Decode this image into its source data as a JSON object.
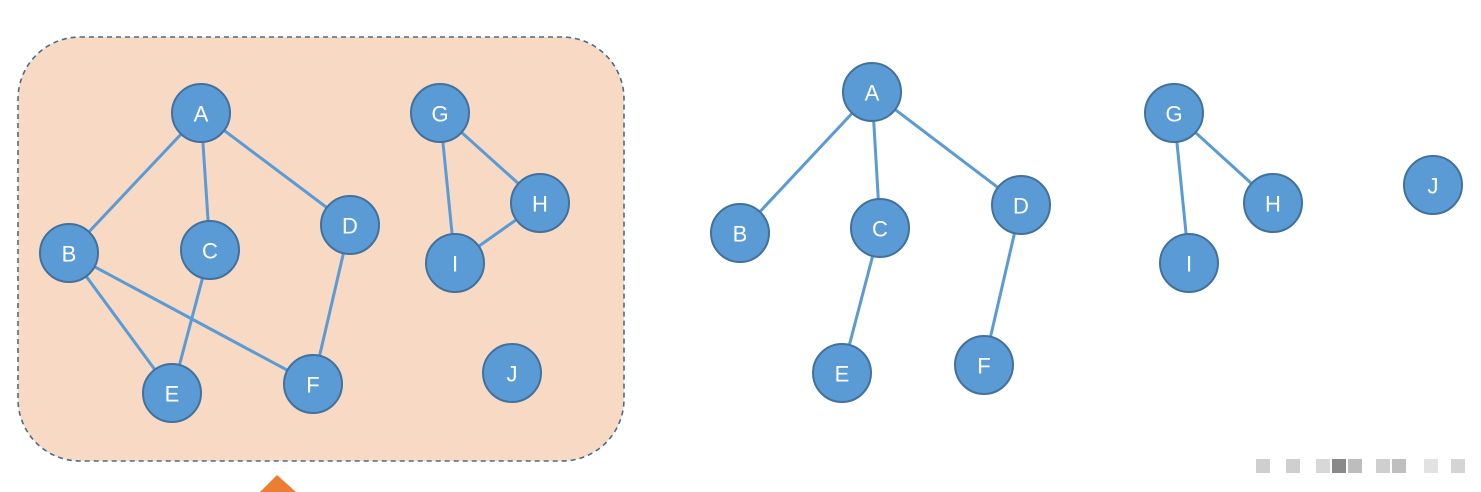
{
  "colors": {
    "node_fill": "#5B9BD5",
    "node_stroke": "#41719C",
    "edge": "#5B9BD5",
    "region_fill": "#F8D9C4",
    "region_stroke": "#4A6A8E",
    "arrow": "#ED7D31",
    "pixel_block": "#c8c8c8"
  },
  "graph": {
    "nodes": [
      "A",
      "B",
      "C",
      "D",
      "E",
      "F",
      "G",
      "H",
      "I",
      "J"
    ],
    "edges": [
      [
        "A",
        "B"
      ],
      [
        "A",
        "C"
      ],
      [
        "A",
        "D"
      ],
      [
        "B",
        "E"
      ],
      [
        "B",
        "F"
      ],
      [
        "C",
        "E"
      ],
      [
        "D",
        "F"
      ],
      [
        "G",
        "H"
      ],
      [
        "G",
        "I"
      ],
      [
        "H",
        "I"
      ]
    ]
  },
  "spanning_forest": {
    "nodes": [
      "A",
      "B",
      "C",
      "D",
      "E",
      "F",
      "G",
      "H",
      "I",
      "J"
    ],
    "edges": [
      [
        "A",
        "B"
      ],
      [
        "A",
        "C"
      ],
      [
        "A",
        "D"
      ],
      [
        "C",
        "E"
      ],
      [
        "D",
        "F"
      ],
      [
        "G",
        "H"
      ],
      [
        "G",
        "I"
      ]
    ]
  }
}
